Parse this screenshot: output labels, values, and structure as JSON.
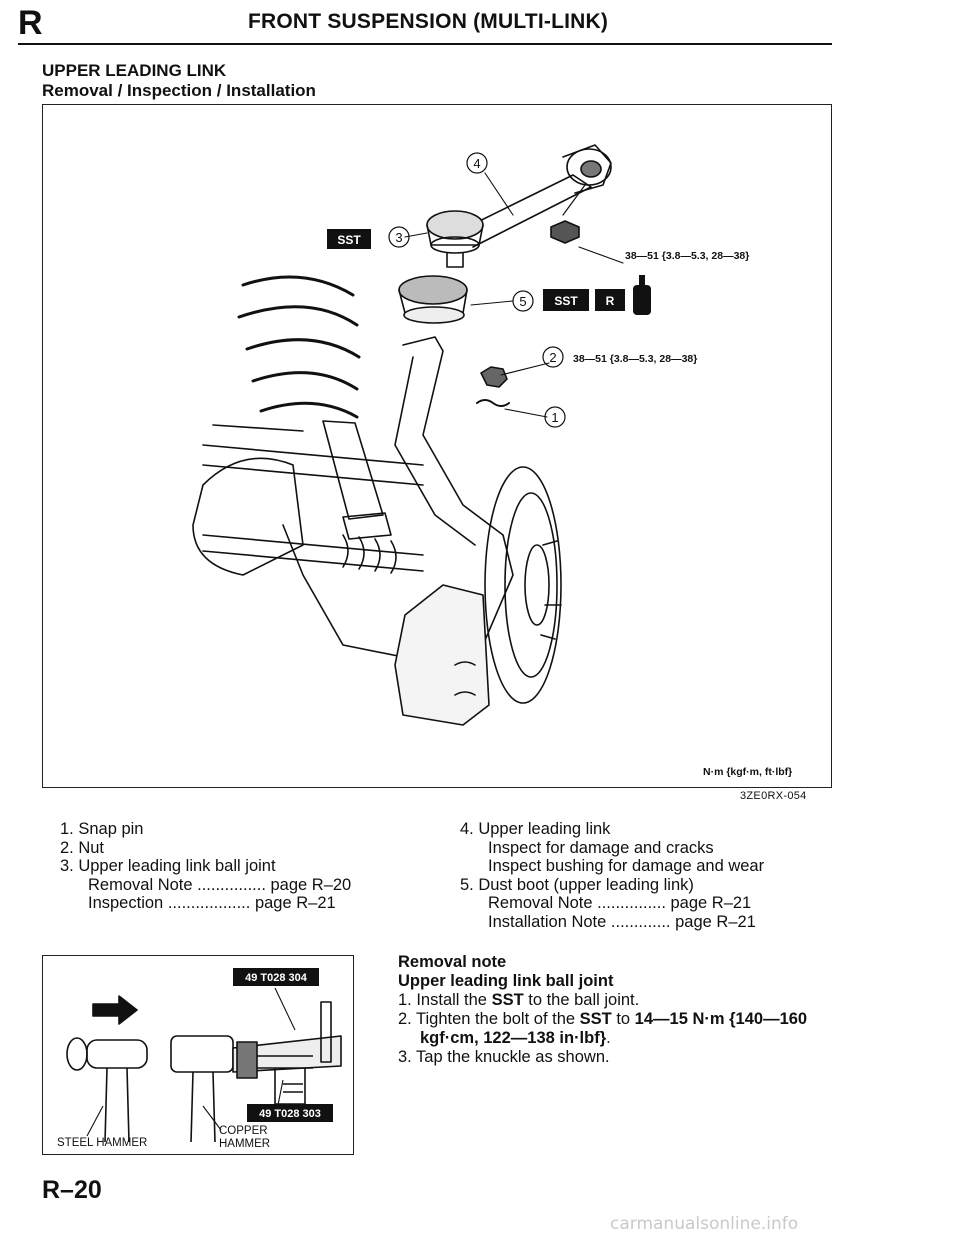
{
  "header": {
    "section_letter": "R",
    "title": "FRONT SUSPENSION (MULTI-LINK)"
  },
  "section": {
    "title": "UPPER LEADING LINK",
    "subtitle": "Removal / Inspection / Installation"
  },
  "figure_main": {
    "callouts": [
      "1",
      "2",
      "3",
      "4",
      "5"
    ],
    "torque_4": "38—51 {3.8—5.3, 28—38}",
    "torque_2": "38—51 {3.8—5.3, 28—38}",
    "badge_sst": "SST",
    "badge_sst_5": "SST",
    "badge_r": "R",
    "units": "N·m {kgf·m, ft·lbf}",
    "code": "3ZE0RX-054"
  },
  "parts_left": {
    "item1": "1. Snap pin",
    "item2": "2. Nut",
    "item3": "3. Upper leading link ball joint",
    "item3_ref1_label": "Removal Note",
    "item3_ref1_dots": "...............",
    "item3_ref1_page": "page R–20",
    "item3_ref2_label": "Inspection",
    "item3_ref2_dots": "..................",
    "item3_ref2_page": "page R–21"
  },
  "parts_right": {
    "item4": "4. Upper leading link",
    "item4_note1": "Inspect for damage and cracks",
    "item4_note2": "Inspect bushing for damage and wear",
    "item5": "5. Dust boot (upper leading link)",
    "item5_ref1_label": "Removal Note",
    "item5_ref1_dots": "...............",
    "item5_ref1_page": "page R–21",
    "item5_ref2_label": "Installation Note",
    "item5_ref2_dots": ".............",
    "item5_ref2_page": "page R–21"
  },
  "figure_small": {
    "tool1": "49 T028 304",
    "tool2": "49 T028 303",
    "label_steel": "STEEL HAMMER",
    "label_copper_1": "COPPER",
    "label_copper_2": "HAMMER"
  },
  "removal": {
    "heading": "Removal note",
    "subheading": "Upper leading link ball joint",
    "s1_a": "1. Install the ",
    "s1_b": "SST",
    "s1_c": " to the ball joint.",
    "s2_a": "2. Tighten the bolt of the ",
    "s2_b": "SST",
    "s2_c": " to ",
    "s2_d": "14—15 N·m {140—160 kgf·cm, 122—138 in·lbf}",
    "s2_e": ".",
    "s3": "3. Tap the knuckle as shown."
  },
  "footer": {
    "page": "R–20",
    "watermark": "carmanualsonline.info"
  }
}
